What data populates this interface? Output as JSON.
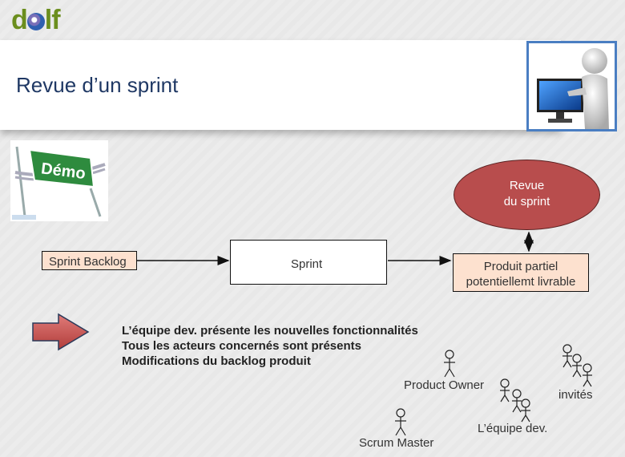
{
  "logo": {
    "part1": "d",
    "part2": "lf"
  },
  "title": "Revue d’un sprint",
  "boxes": {
    "sprint_backlog": "Sprint Backlog",
    "sprint": "Sprint",
    "produit_line1": "Produit partiel",
    "produit_line2": "potentiellemt livrable",
    "revue_line1": "Revue",
    "revue_line2": "du sprint"
  },
  "bullets": [
    "L’équipe dev. présente les nouvelles fonctionnalités",
    "Tous les acteurs concernés sont présents",
    "Modifications du backlog produit"
  ],
  "roles": {
    "product_owner": "Product Owner",
    "invites": "invités",
    "equipe_dev": "L’équipe dev.",
    "scrum_master": "Scrum Master"
  },
  "images": {
    "demo_sign": "Démo",
    "presenter": "presenter-at-screen"
  },
  "colors": {
    "title": "#1f3864",
    "box_fill": "#fde1cf",
    "oval_fill": "#b84d4d",
    "arrow_red": "#c0504d"
  }
}
